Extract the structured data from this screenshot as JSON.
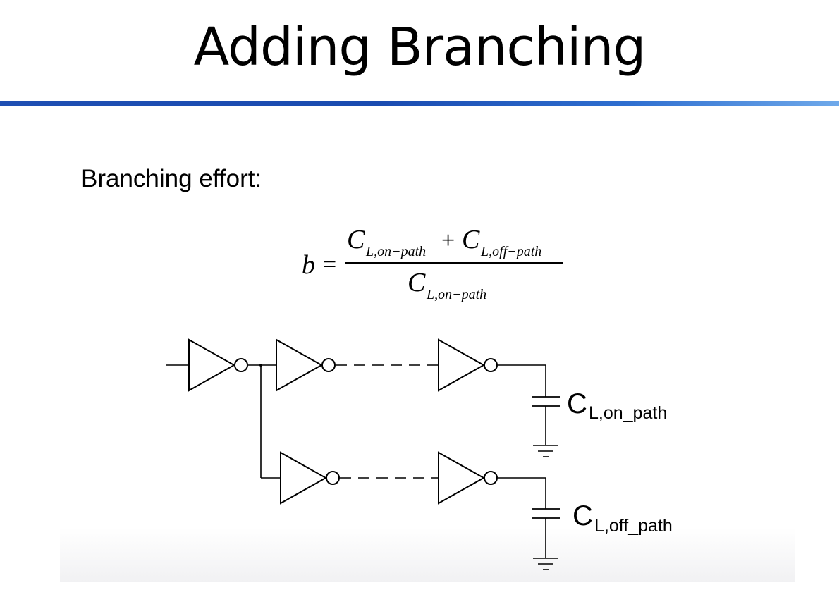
{
  "slide": {
    "title": "Adding Branching",
    "subheading": "Branching effort:"
  },
  "formula": {
    "lhs": "b",
    "equals": "=",
    "num_c1": "C",
    "num_sub1": "L,on−path",
    "plus": "+",
    "num_c2": "C",
    "num_sub2": "L,off−path",
    "den_c": "C",
    "den_sub": "L,on−path"
  },
  "circuit": {
    "cap_on_main": "C",
    "cap_on_sub": "L,on_path",
    "cap_off_main": "C",
    "cap_off_sub": "L,off_path"
  },
  "colors": {
    "accent_rule": "#1f4fb3"
  }
}
